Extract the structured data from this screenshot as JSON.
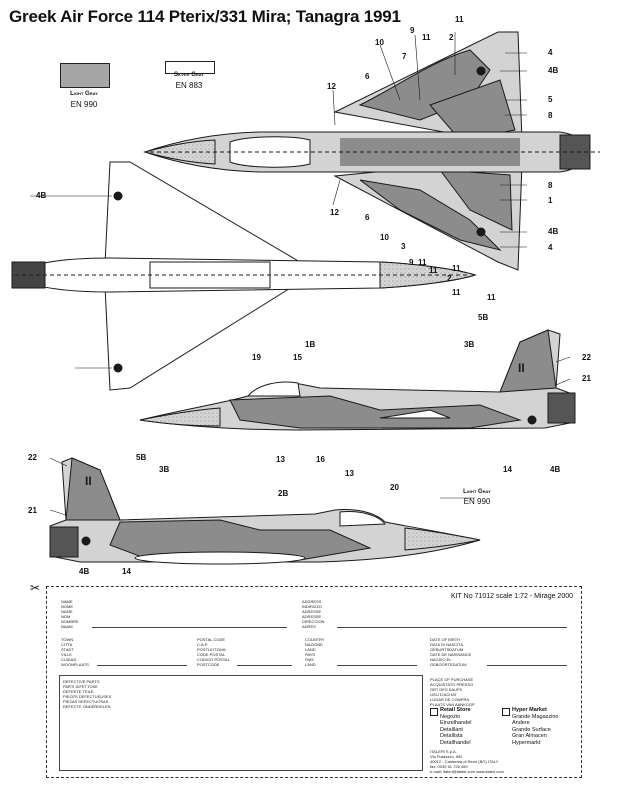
{
  "title": "Greek Air Force 114 Pterix/331 Mira; Tanagra 1991",
  "legend": {
    "light_gray": {
      "label": "Light Gray",
      "code": "EN 990",
      "color": "#a6a6a6"
    },
    "silver_gray": {
      "label": "Silver Gray",
      "code": "EN 883",
      "color": "#ffffff"
    }
  },
  "colors": {
    "camo_dark": "#8c8c8c",
    "camo_light": "#d3d3d3",
    "line": "#1a1a1a"
  },
  "side_label": {
    "label": "Light Gray",
    "code": "EN 990"
  },
  "callouts_top": [
    "11",
    "10",
    "9",
    "11",
    "2",
    "6",
    "7",
    "4",
    "12",
    "4B",
    "5",
    "8",
    "8",
    "1",
    "12",
    "6",
    "10",
    "9",
    "3",
    "11",
    "11",
    "11",
    "2",
    "11",
    "11",
    "4B",
    "4",
    "4B"
  ],
  "callouts_side1": [
    "5B",
    "19",
    "15",
    "1B",
    "3B",
    "22",
    "21",
    "13",
    "14",
    "4B"
  ],
  "callouts_side2": [
    "22",
    "5B",
    "3B",
    "16",
    "13",
    "20",
    "2B",
    "21",
    "4B",
    "14"
  ],
  "kit_line": "KIT No 71012 scale 1:72 - Mirage 2000",
  "form": {
    "col1": [
      "NAME",
      "NOME",
      "NAME",
      "NOM",
      "NOMBRE",
      "NAAM"
    ],
    "col2": [
      "ADDRESS",
      "INDIRIZZO",
      "ADRESSE",
      "ADRESSE",
      "DIRECCION",
      "ADRES"
    ],
    "col3": [
      "TOWN",
      "CITTA",
      "STADT",
      "VILLE",
      "CUIDAD",
      "WOONPLAATS"
    ],
    "col4": [
      "POSTAL CODE",
      "C.A.P.",
      "POSTLEITZAHL",
      "CODE POSTAL",
      "CODIGO POSTAL",
      "POSTCODE"
    ],
    "col5": [
      "COUNTRY",
      "NAZIONE",
      "LAND",
      "PAYS",
      "PAIS",
      "LAND"
    ],
    "col6": [
      "DATE OF BIRTH",
      "DATA DI NASCITA",
      "GEBURTSDATUM",
      "DATE DE NAISSANCE",
      "NACIDO EL",
      "GEBOORTEDATUM"
    ],
    "defect": [
      "DEFECTIVE PARTS",
      "PARTI DIFETTOSE",
      "DEFEKTE TEILE",
      "PIECES DEFECTUEUSES",
      "PIEZAS DEFECTUOSAS",
      "DEFECTE ONDERDELEN"
    ],
    "purchase": [
      "PLACE OF PURCHASE",
      "ACQUISTATO PRESSO",
      "ORT DES KAUFS",
      "LIEU D'ACHAT",
      "LUGAR DE COMPRA",
      "PLAATS VAN AANKOOP"
    ],
    "retail": [
      "Retail Store",
      "Negozio",
      "Einzelhandel",
      "Detaillant",
      "Detallista",
      "Detailhandel"
    ],
    "hyper": [
      "Hyper Market",
      "Grande Magazzino",
      "Andere",
      "Grande Surface",
      "Gran Almacen",
      "Hypermarkt"
    ],
    "company": [
      "ITALERI S.p.A.",
      "Via Pradazzo, 6/B",
      "40012 - Calderara di Reno (BO) ITALY",
      "fax: 0039 51 726 459",
      "e-mail: italeri@italeri.com  www.italeri.com"
    ]
  }
}
